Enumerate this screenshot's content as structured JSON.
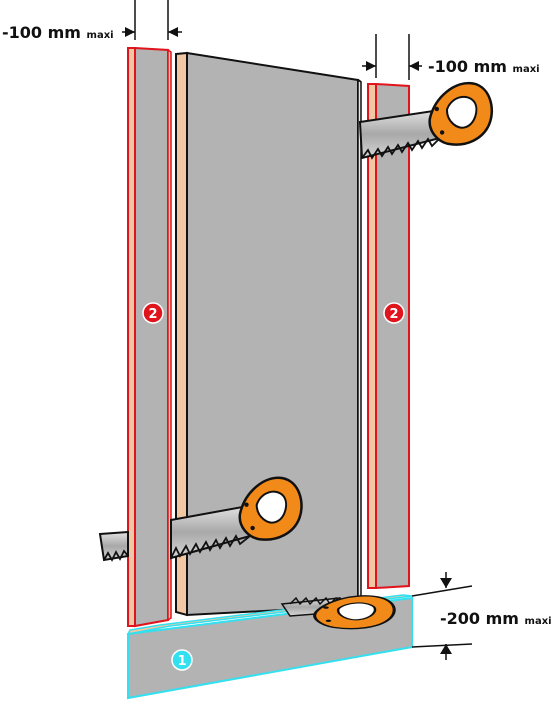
{
  "dimensions": {
    "top_left": {
      "value": "-100 mm",
      "sub": "maxi"
    },
    "top_right": {
      "value": "-100 mm",
      "sub": "maxi"
    },
    "bottom_right": {
      "value": "-200 mm",
      "sub": "maxi"
    }
  },
  "badges": {
    "left_jamb": "2",
    "right_jamb": "2",
    "bottom_rail": "1"
  },
  "colors": {
    "wood_face": "#b3b3b3",
    "wood_edge": "#f2c8a4",
    "jamb_outline": "#e0141c",
    "rail_outline": "#33e0f0",
    "badge_red": "#e0141c",
    "badge_cyan": "#33e0f0",
    "saw_handle": "#f28a1a",
    "saw_blade": "#b0b0b0"
  }
}
